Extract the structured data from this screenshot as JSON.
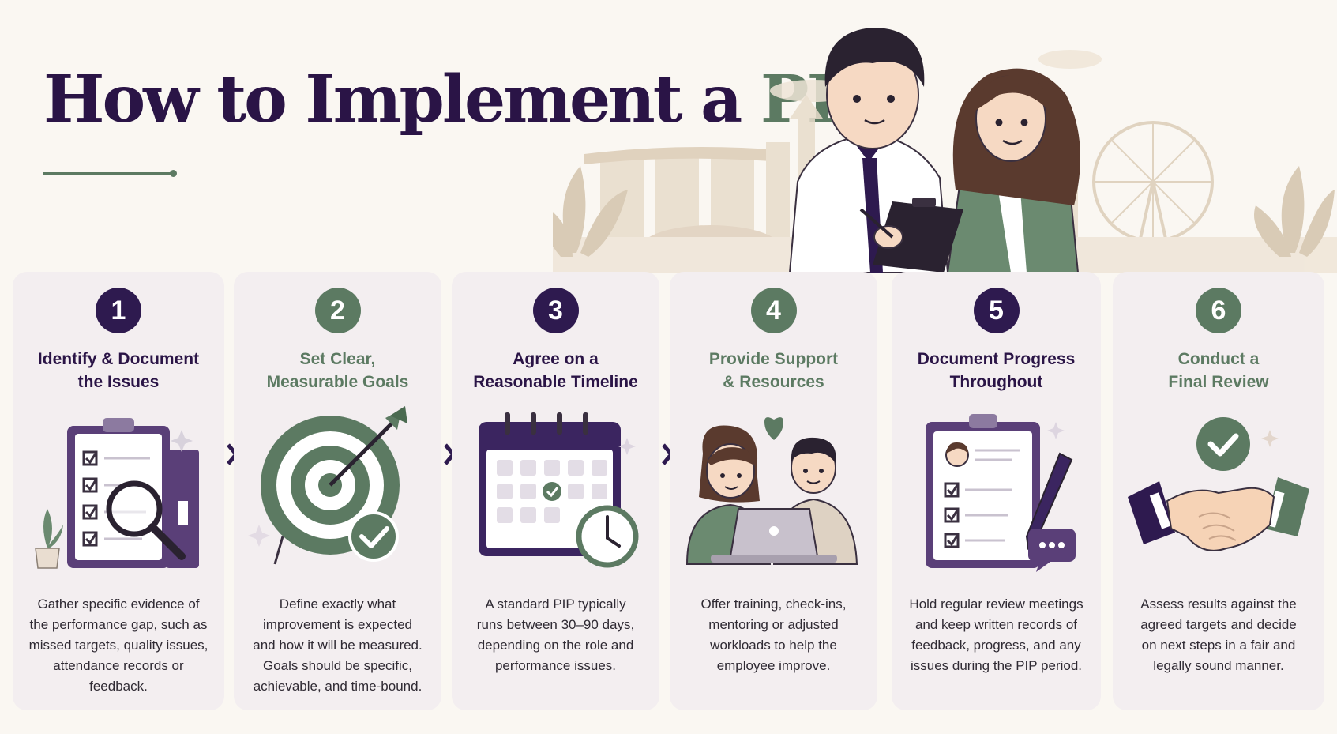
{
  "header": {
    "title_main": "How to Implement a ",
    "title_accent": "PIP"
  },
  "colors": {
    "purple": "#2e1a4f",
    "green": "#5c7a62",
    "background": "#faf7f2",
    "card": "#f3eef0"
  },
  "steps": [
    {
      "number": "1",
      "color": "purple",
      "title_lines": [
        "Identify & Document",
        "the Issues"
      ],
      "icon": "clipboard-magnifier-icon",
      "desc_lines": [
        "Gather specific evidence of",
        "the performance gap, such as",
        "missed targets, quality issues,",
        "attendance records or",
        "feedback."
      ]
    },
    {
      "number": "2",
      "color": "green",
      "title_lines": [
        "Set Clear,",
        "Measurable Goals"
      ],
      "icon": "target-arrow-icon",
      "desc_lines": [
        "Define exactly what",
        "improvement is expected",
        "and how it will be measured.",
        "Goals should be specific,",
        "achievable, and time-bound."
      ]
    },
    {
      "number": "3",
      "color": "purple",
      "title_lines": [
        "Agree on a",
        "Reasonable Timeline"
      ],
      "icon": "calendar-clock-icon",
      "desc_lines": [
        "A standard PIP typically",
        "runs between 30–90 days,",
        "depending on the role and",
        "performance issues."
      ]
    },
    {
      "number": "4",
      "color": "green",
      "title_lines": [
        "Provide Support",
        "& Resources"
      ],
      "icon": "people-laptop-icon",
      "desc_lines": [
        "Offer training, check-ins,",
        "mentoring or adjusted",
        "workloads to help the",
        "employee improve."
      ]
    },
    {
      "number": "5",
      "color": "purple",
      "title_lines": [
        "Document Progress",
        "Throughout"
      ],
      "icon": "clipboard-pen-icon",
      "desc_lines": [
        "Hold regular review meetings",
        "and keep written records of",
        "feedback, progress, and any",
        "issues during the PIP period."
      ]
    },
    {
      "number": "6",
      "color": "green",
      "title_lines": [
        "Conduct a",
        "Final Review"
      ],
      "icon": "handshake-icon",
      "desc_lines": [
        "Assess results against the",
        "agreed targets and decide",
        "on next steps in a fair and",
        "legally sound manner."
      ]
    }
  ]
}
